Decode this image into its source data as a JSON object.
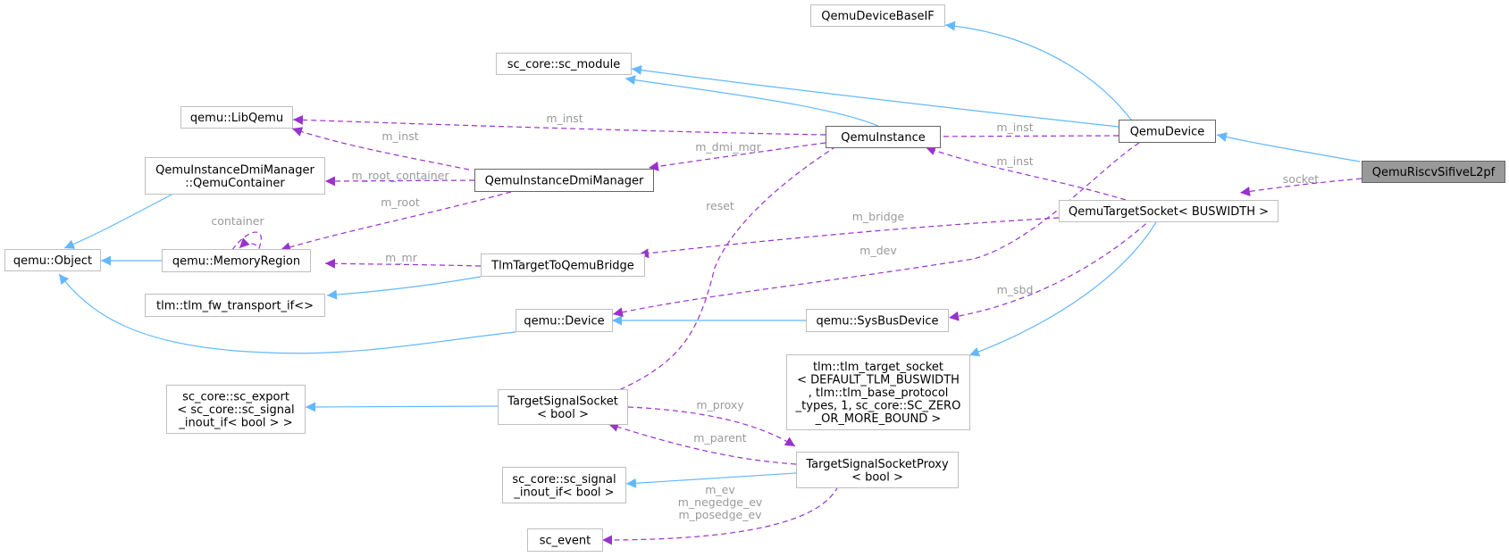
{
  "nodes": {
    "qemu_device_base_if": [
      "QemuDeviceBaseIF"
    ],
    "sc_module": [
      "sc_core::sc_module"
    ],
    "lib_qemu": [
      "qemu::LibQemu"
    ],
    "qemu_instance": [
      "QemuInstance"
    ],
    "qemu_device": [
      "QemuDevice"
    ],
    "riscv_l2pf": [
      "QemuRiscvSifiveL2pf"
    ],
    "dmi_container": [
      "QemuInstanceDmiManager",
      "::QemuContainer"
    ],
    "dmi_manager": [
      "QemuInstanceDmiManager"
    ],
    "target_socket": [
      "QemuTargetSocket< BUSWIDTH >"
    ],
    "qemu_object": [
      "qemu::Object"
    ],
    "memory_region": [
      "qemu::MemoryRegion"
    ],
    "tlm_bridge": [
      "TlmTargetToQemuBridge"
    ],
    "fw_transport_if": [
      "tlm::tlm_fw_transport_if<>"
    ],
    "qemu_dev": [
      "qemu::Device"
    ],
    "sysbus_device": [
      "qemu::SysBusDevice"
    ],
    "tlm_target_socket": [
      "tlm::tlm_target_socket",
      "< DEFAULT_TLM_BUSWIDTH",
      ", tlm::tlm_base_protocol",
      "_types, 1, sc_core::SC_ZERO",
      "_OR_MORE_BOUND >"
    ],
    "sc_export": [
      "sc_core::sc_export",
      "< sc_core::sc_signal",
      "_inout_if< bool  > >"
    ],
    "signal_socket": [
      "TargetSignalSocket",
      "< bool >"
    ],
    "signal_proxy": [
      "TargetSignalSocketProxy",
      "< bool >"
    ],
    "sc_signal_inout": [
      "sc_core::sc_signal",
      "_inout_if< bool >"
    ],
    "sc_event": [
      "sc_event"
    ]
  },
  "edge_labels": {
    "l2pf_socket": [
      "socket"
    ],
    "dev_inst": [
      "m_inst"
    ],
    "inst_libqemu": [
      "m_inst"
    ],
    "dmi_libqemu": [
      "m_inst"
    ],
    "inst_dmi": [
      "m_dmi_mgr"
    ],
    "dmi_container": [
      "m_root_container"
    ],
    "dmi_root": [
      "m_root"
    ],
    "mr_container": [
      "container"
    ],
    "bridge_mr": [
      "m_mr"
    ],
    "socket_inst": [
      "m_inst"
    ],
    "socket_bridge": [
      "m_bridge"
    ],
    "dev_m_dev": [
      "m_dev"
    ],
    "socket_sbd": [
      "m_sbd"
    ],
    "inst_reset": [
      "reset"
    ],
    "proxy": [
      "m_proxy"
    ],
    "parent": [
      "m_parent"
    ],
    "events": [
      "m_ev",
      "m_negedge_ev",
      "m_posedge_ev"
    ]
  },
  "colors": {
    "inheritance": "#63b8ff",
    "usage": "#9a32cd",
    "highlight_fill": "#999999",
    "label": "#9a9a9a"
  }
}
